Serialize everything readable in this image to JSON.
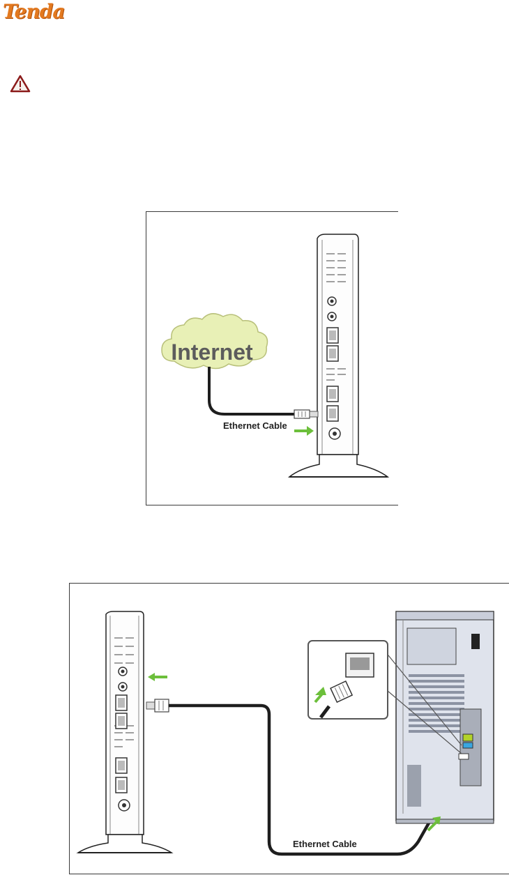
{
  "header": {
    "logo_text": "Tenda"
  },
  "figure_wan": {
    "cloud_label": "Internet",
    "cable_label": "Ethernet Cable"
  },
  "figure_lan": {
    "cable_label": "Ethernet Cable"
  },
  "colors": {
    "brand": "#e3791f",
    "warning_fill": "#f6f2ee",
    "warning_stroke": "#8b1a1a",
    "arrow_green": "#6cbf3b",
    "cloud_fill": "#e8f0b6",
    "cable": "#1e1e1e"
  },
  "icons": {
    "warning": "warning-triangle-icon",
    "arrow": "green-arrow-icon"
  }
}
